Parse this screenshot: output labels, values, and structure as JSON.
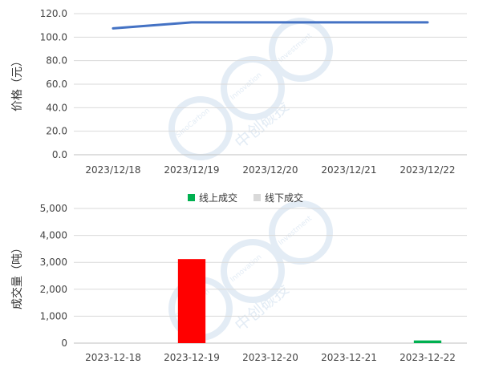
{
  "watermark": {
    "ring_text_1": "SinoCarbon",
    "ring_text_2": "Innovation",
    "ring_text_3": "Investment",
    "cn_text": "中创碳投",
    "color": "#d9e6f2"
  },
  "chart_data": [
    {
      "type": "line",
      "ylabel": "价格（元）",
      "categories": [
        "2023/12/18",
        "2023/12/19",
        "2023/12/20",
        "2023/12/21",
        "2023/12/22"
      ],
      "series": [
        {
          "values": [
            107.5,
            112.6,
            112.6,
            112.6,
            112.6
          ],
          "color": "#4472c4"
        }
      ],
      "ylim": [
        0,
        120
      ],
      "yticks": [
        "0.0",
        "20.0",
        "40.0",
        "60.0",
        "80.0",
        "100.0",
        "120.0"
      ],
      "grid": true
    },
    {
      "type": "bar",
      "ylabel": "成交量（吨）",
      "categories": [
        "2023-12-18",
        "2023-12-19",
        "2023-12-20",
        "2023-12-21",
        "2023-12-22"
      ],
      "series": [
        {
          "name": "线上成交",
          "values": [
            0,
            0,
            0,
            0,
            100
          ],
          "color": "#00b050"
        },
        {
          "name": "线下成交",
          "values": [
            0,
            3120,
            0,
            0,
            0
          ],
          "color": "#d9d9d9"
        }
      ],
      "bar_colors_note": "the 2023-12-19 bar is drawn in red",
      "highlight_color": "#ff0000",
      "ylim": [
        0,
        5000
      ],
      "yticks": [
        "0",
        "1,000",
        "2,000",
        "3,000",
        "4,000",
        "5,000"
      ],
      "legend_position": "top-center",
      "grid": true
    }
  ]
}
